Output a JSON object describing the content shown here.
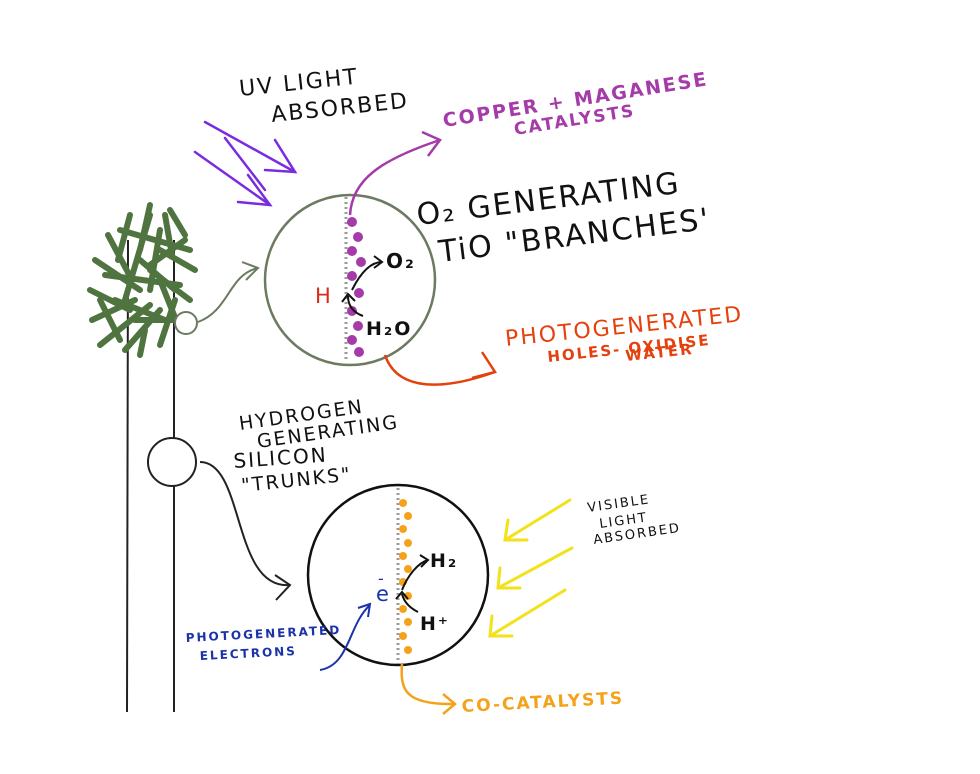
{
  "colors": {
    "ink": "#111111",
    "purple": "#7a2be0",
    "magenta": "#a53aa9",
    "orange_red": "#e4410e",
    "yellow": "#f2e21a",
    "orange": "#f5a21b",
    "blue": "#1a33a8",
    "leaf_green": "#4f7440",
    "circle_grey": "#6c7a60",
    "red_h": "#d72a1a"
  },
  "labels": {
    "uv_line1": "UV LIGHT",
    "uv_line2": "ABSORBED",
    "copper_line1": "COPPER + MAGANESE",
    "copper_line2": "CATALYSTS",
    "o2_line1": "O₂ GENERATING",
    "o2_line2": "TiO \"BRANCHES'",
    "photo_holes_line1": "PHOTOGENERATED",
    "photo_holes_line2": "HOLES- OXIDISE",
    "photo_holes_line3": "WATER",
    "hydrogen_line1": "HYDROGEN",
    "hydrogen_line2": "GENERATING",
    "hydrogen_line3": "SILICON",
    "hydrogen_line4": "\"TRUNKS\"",
    "visible_line1": "VISIBLE",
    "visible_line2": "LIGHT",
    "visible_line3": "ABSORBED",
    "electrons_line1": "PHOTOGENERATED",
    "electrons_line2": "ELECTRONS",
    "cocatalysts": "CO-CATALYSTS"
  },
  "top_circle": {
    "o2": "O₂",
    "h": "H",
    "h2o": "H₂O"
  },
  "bottom_circle": {
    "h2": "H₂",
    "e": "e",
    "e_bar": "-",
    "hplus": "H⁺"
  }
}
